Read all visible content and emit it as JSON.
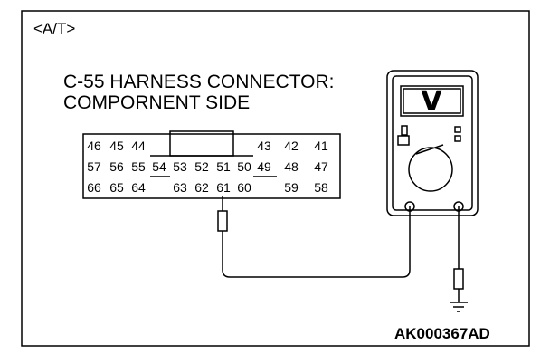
{
  "header_tag": "<A/T>",
  "title_line1": "C-55 HARNESS CONNECTOR:",
  "title_line2": "COMPORNENT SIDE",
  "figure_id": "AK000367AD",
  "connector": {
    "row1_left": [
      "46",
      "45",
      "44"
    ],
    "row1_right": [
      "43",
      "42",
      "41"
    ],
    "row2": [
      "57",
      "56",
      "55",
      "54",
      "53",
      "52",
      "51",
      "50",
      "49",
      "48",
      "47"
    ],
    "row3_left": [
      "66",
      "65",
      "64"
    ],
    "row3_mid": [
      "63",
      "62",
      "61",
      "60"
    ],
    "row3_right": [
      "59",
      "58"
    ]
  },
  "probe_pin": "61",
  "colors": {
    "line": "#000000",
    "background": "#ffffff"
  }
}
